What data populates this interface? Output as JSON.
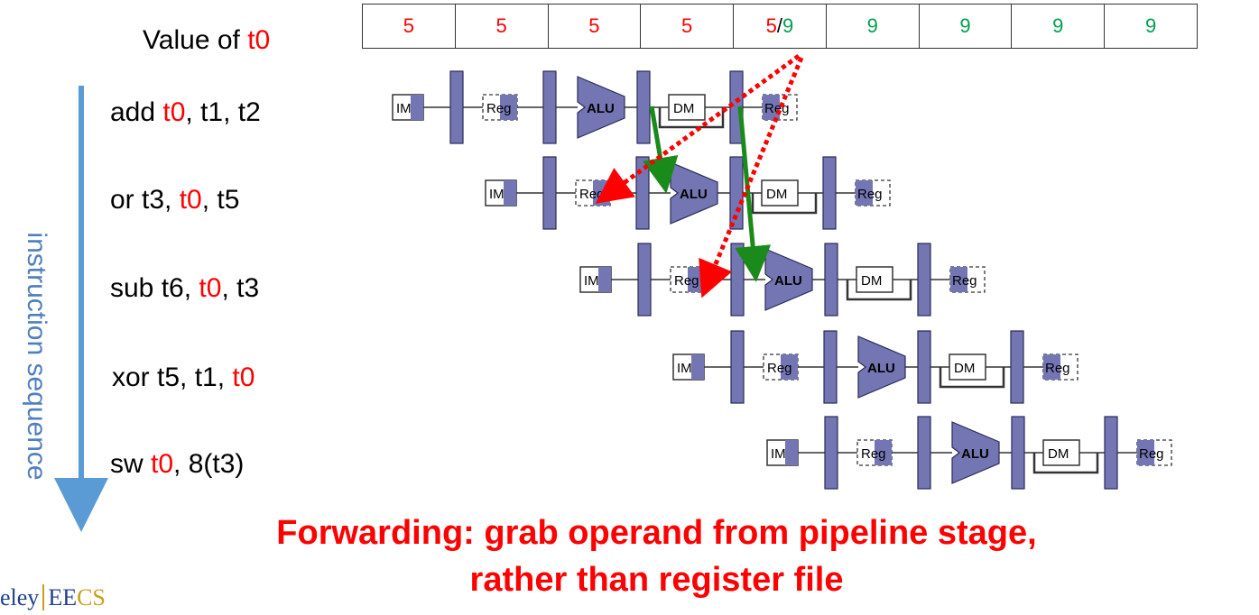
{
  "header": {
    "value_label_text": "Value of ",
    "value_label_reg": "t0",
    "cells": [
      {
        "a": "5",
        "sep": "",
        "b": "",
        "a_color": "#ff0000",
        "b_color": ""
      },
      {
        "a": "5",
        "sep": "",
        "b": "",
        "a_color": "#ff0000",
        "b_color": ""
      },
      {
        "a": "5",
        "sep": "",
        "b": "",
        "a_color": "#ff0000",
        "b_color": ""
      },
      {
        "a": "5",
        "sep": "",
        "b": "",
        "a_color": "#ff0000",
        "b_color": ""
      },
      {
        "a": "5",
        "sep": "/",
        "b": "9",
        "a_color": "#ff0000",
        "b_color": "#00a050"
      },
      {
        "a": "9",
        "sep": "",
        "b": "",
        "a_color": "#00a050",
        "b_color": ""
      },
      {
        "a": "9",
        "sep": "",
        "b": "",
        "a_color": "#00a050",
        "b_color": ""
      },
      {
        "a": "9",
        "sep": "",
        "b": "",
        "a_color": "#00a050",
        "b_color": ""
      },
      {
        "a": "9",
        "sep": "",
        "b": "",
        "a_color": "#00a050",
        "b_color": ""
      }
    ]
  },
  "instructions": [
    {
      "parts": [
        [
          "add ",
          "black"
        ],
        [
          "t0",
          "red"
        ],
        [
          ", t1, t2",
          "black"
        ]
      ]
    },
    {
      "parts": [
        [
          "or t3, ",
          "black"
        ],
        [
          "t0",
          "red"
        ],
        [
          ", t5",
          "black"
        ]
      ]
    },
    {
      "parts": [
        [
          "sub t6, ",
          "black"
        ],
        [
          "t0",
          "red"
        ],
        [
          ", t3",
          "black"
        ]
      ]
    },
    {
      "parts": [
        [
          "xor t5, t1, ",
          "black"
        ],
        [
          "t0",
          "red"
        ]
      ]
    },
    {
      "parts": [
        [
          "sw ",
          "black"
        ],
        [
          "t0",
          "red"
        ],
        [
          ", 8(t3)",
          "black"
        ]
      ]
    }
  ],
  "sequence_label": "instruction sequence",
  "stage_labels": {
    "im": "IM",
    "reg": "Reg",
    "alu": "ALU",
    "dm": "DM"
  },
  "caption": {
    "line1": "Forwarding: grab operand from pipeline stage,",
    "line2": "rather than register file"
  },
  "logo": {
    "left": "eley",
    "right_e": "EE",
    "right_cs": "CS"
  },
  "colors": {
    "stage_fill": "#7476b4",
    "forward_arrow": "#1a8a1a",
    "hazard_arrow": "#ff0000",
    "sequence_arrow": "#5b9bd5",
    "highlight_red": "#ff0000",
    "highlight_green": "#00a050"
  }
}
